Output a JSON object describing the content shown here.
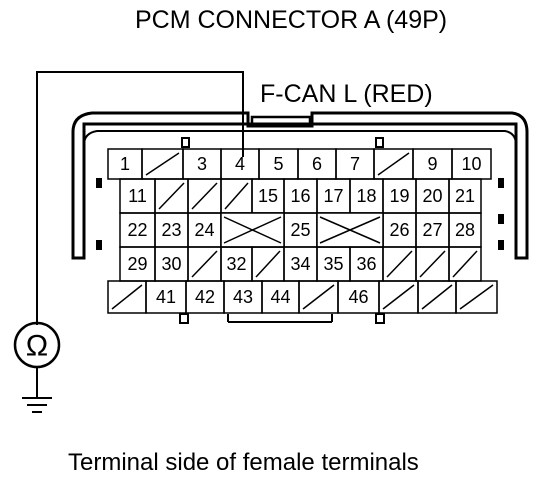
{
  "title": "PCM CONNECTOR A (49P)",
  "wire_label": "F-CAN L (RED)",
  "caption": "Terminal side of female terminals",
  "meter_symbol": "Ω",
  "connector": {
    "row1": [
      "1",
      "",
      "3",
      "4",
      "5",
      "6",
      "7",
      "",
      "9",
      "10"
    ],
    "row2": [
      "11",
      "",
      "",
      "",
      "15",
      "16",
      "17",
      "18",
      "19",
      "20",
      "21"
    ],
    "row3": [
      "22",
      "23",
      "24",
      "",
      "",
      "25",
      "",
      "",
      "26",
      "27",
      "28"
    ],
    "row4": [
      "29",
      "30",
      "",
      "32",
      "",
      "34",
      "35",
      "36",
      "",
      "",
      ""
    ],
    "row5": [
      "",
      "41",
      "42",
      "43",
      "44",
      "",
      "46",
      "",
      "",
      ""
    ]
  }
}
